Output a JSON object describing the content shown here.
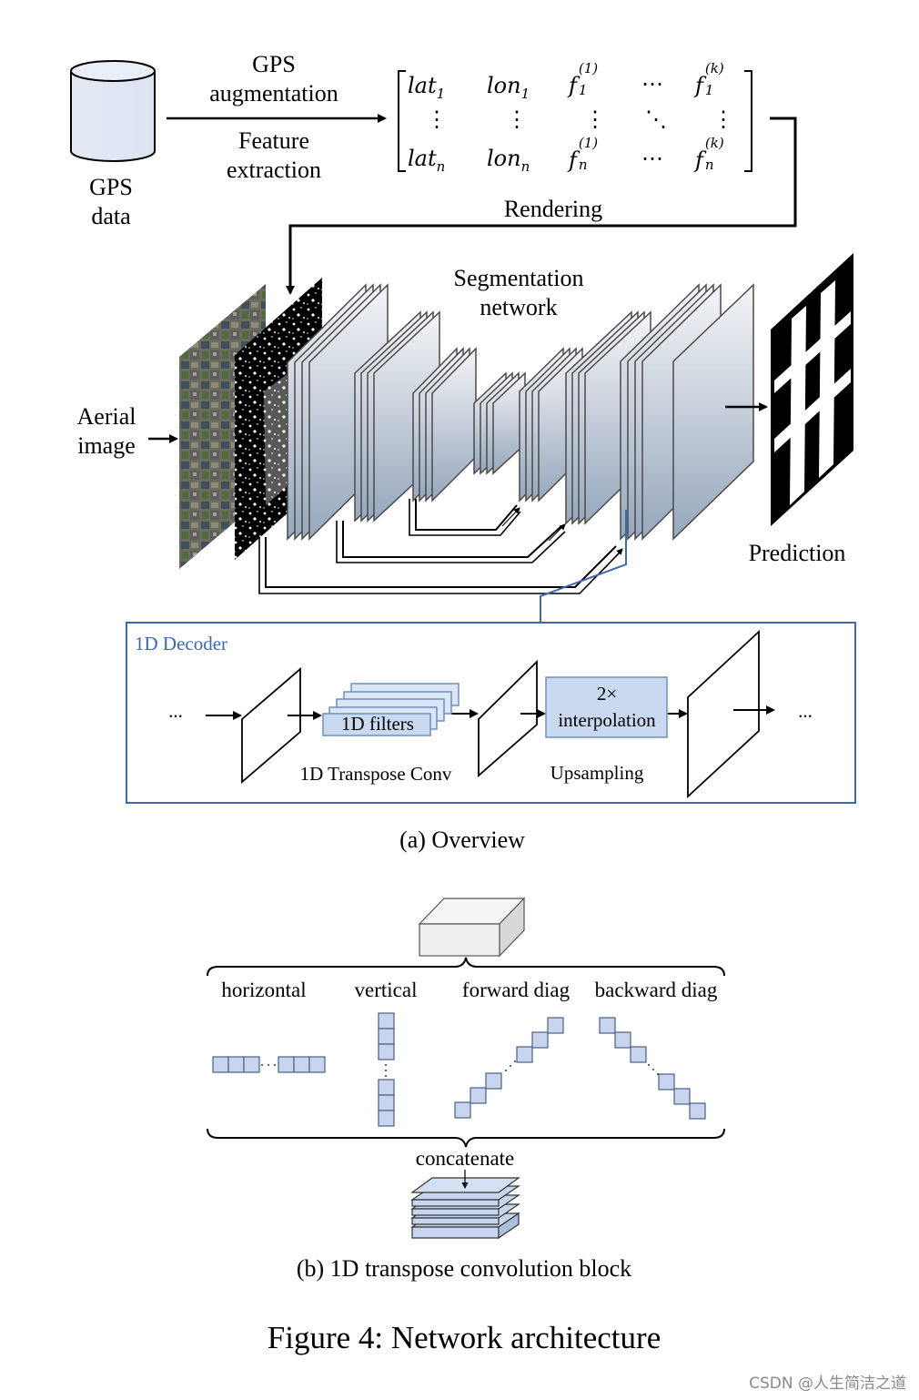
{
  "overview": {
    "gps_data_label_1": "GPS",
    "gps_data_label_2": "data",
    "gps_aug_1": "GPS",
    "gps_aug_2": "augmentation",
    "feature_1": "Feature",
    "feature_2": "extraction",
    "rendering": "Rendering",
    "segnet_1": "Segmentation",
    "segnet_2": "network",
    "aerial_1": "Aerial",
    "aerial_2": "image",
    "prediction": "Prediction",
    "matrix": {
      "r1c1": "lat",
      "r1c1s": "1",
      "r1c2": "lon",
      "r1c2s": "1",
      "r1c3": "f",
      "r1c3sub": "1",
      "r1c3sup": "(1)",
      "r1c5": "f",
      "r1c5sub": "1",
      "r1c5sup": "(k)",
      "rnc1": "lat",
      "rnc1s": "n",
      "rnc2": "lon",
      "rnc2s": "n",
      "rnc3": "f",
      "rnc3sub": "n",
      "rnc3sup": "(1)",
      "rnc5": "f",
      "rnc5sub": "n",
      "rnc5sup": "(k)",
      "hdots": "⋯",
      "vdots": "⋮",
      "ddots": "⋱"
    },
    "decoder": {
      "title": "1D Decoder",
      "ellipsis": "...",
      "filters": "1D filters",
      "transpose_conv": "1D Transpose Conv",
      "interp_1": "2×",
      "interp_2": "interpolation",
      "upsampling": "Upsampling"
    },
    "caption": "(a) Overview"
  },
  "block": {
    "horizontal": "horizontal",
    "vertical": "vertical",
    "forward_diag": "forward diag",
    "backward_diag": "backward diag",
    "concatenate": "concatenate",
    "caption": "(b) 1D transpose convolution block"
  },
  "figure_caption": "Figure 4: Network architecture",
  "watermark": "CSDN @人生简洁之道",
  "colors": {
    "accent_blue": "#3e68b0",
    "cell_fill": "#c7d6ee",
    "layer_top": "#f3f4f6",
    "layer_bottom": "#9aa9bd"
  }
}
